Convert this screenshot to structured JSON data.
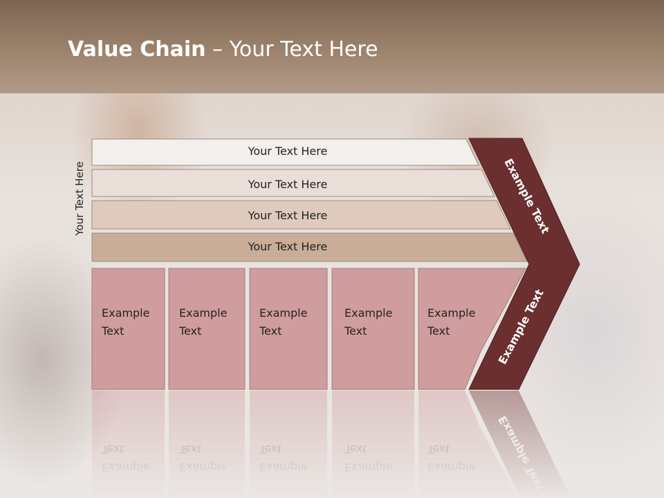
{
  "slide": {
    "title_bold": "Value Chain",
    "title_rest": " – Your Text Here",
    "side_label": "Your Text Here"
  },
  "bands": [
    {
      "label": "Your Text Here",
      "color": "#f3efec"
    },
    {
      "label": "Your Text Here",
      "color": "#eadfd8"
    },
    {
      "label": "Your Text Here",
      "color": "#dfcbbd"
    },
    {
      "label": "Your Text Here",
      "color": "#c9ad98"
    }
  ],
  "columns": [
    {
      "line1": "Example",
      "line2": "Text"
    },
    {
      "line1": "Example",
      "line2": "Text"
    },
    {
      "line1": "Example",
      "line2": "Text"
    },
    {
      "line1": "Example",
      "line2": "Text"
    },
    {
      "line1": "Example",
      "line2": "Text"
    }
  ],
  "chevron": {
    "upper_label": "Example Text",
    "lower_label": "Example Text",
    "color": "#6b2f2f"
  },
  "colors": {
    "column_fill": "#cf9d9e",
    "header_top": "#7c6551"
  }
}
